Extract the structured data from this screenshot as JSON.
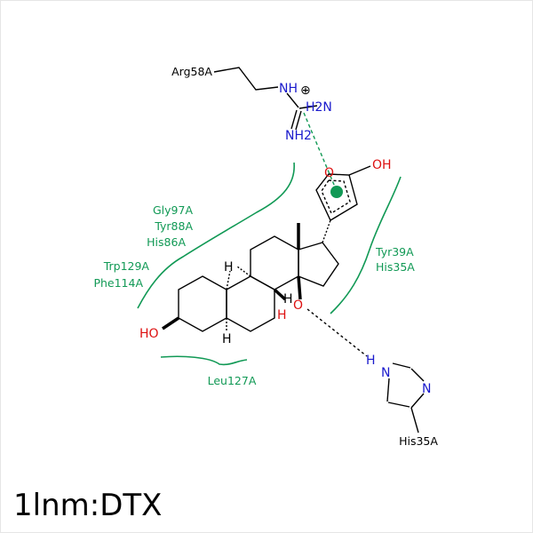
{
  "title": "1lnm:DTX",
  "colors": {
    "bond": "#000000",
    "nitrogen": "#1a1acc",
    "oxygen": "#dd1111",
    "hydrophobic": "#119955",
    "hbond": "#000000"
  },
  "residues": {
    "arg58": "Arg58A",
    "his35_bottom": "His35A",
    "hydrophobic_left_1": "Gly97A",
    "hydrophobic_left_2": "Tyr88A",
    "hydrophobic_left_3": "His86A",
    "hydrophobic_left_4": "Trp129A",
    "hydrophobic_left_5": "Phe114A",
    "hydrophobic_right_1": "Tyr39A",
    "hydrophobic_right_2": "His35A",
    "hydrophobic_bottom": "Leu127A"
  },
  "atoms": {
    "nh_plus": "NH",
    "charge": "⊕",
    "h2n": "H2N",
    "nh2": "NH2",
    "oh_top": "OH",
    "o_ring": "O",
    "ho_left": "HO",
    "h_14": "H",
    "o_14": "O",
    "h_8": "H",
    "h_9": "H",
    "h_5": "H",
    "his_h": "H",
    "his_n1": "N",
    "his_n2": "N"
  }
}
